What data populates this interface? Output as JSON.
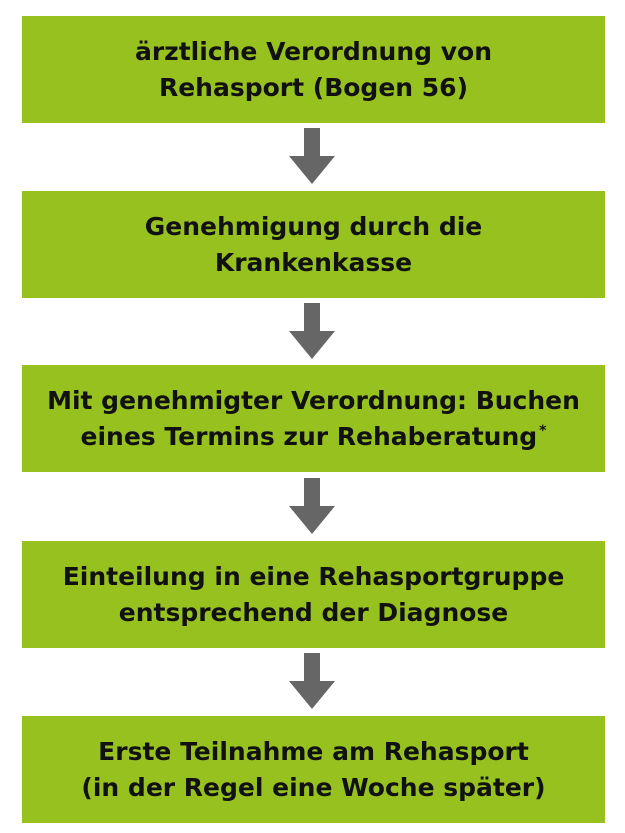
{
  "theme": {
    "box_color": "#97c11f",
    "arrow_color": "#666666",
    "text_color": "#111111"
  },
  "steps": [
    {
      "line1": "ärztliche Verordnung von",
      "line2": "Rehasport (Bogen 56)",
      "footnote": ""
    },
    {
      "line1": "Genehmigung durch die",
      "line2": "Krankenkasse",
      "footnote": ""
    },
    {
      "line1": "Mit genehmigter Verordnung: Buchen",
      "line2": "eines Termins zur Rehaberatung",
      "footnote": "*"
    },
    {
      "line1": "Einteilung in eine Rehasportgruppe",
      "line2": "entsprechend der Diagnose",
      "footnote": ""
    },
    {
      "line1": "Erste Teilnahme am Rehasport",
      "line2": "(in der Regel eine Woche später)",
      "footnote": ""
    }
  ],
  "arrows": [
    {
      "icon": "arrow-down-icon"
    },
    {
      "icon": "arrow-down-icon"
    },
    {
      "icon": "arrow-down-icon"
    },
    {
      "icon": "arrow-down-icon"
    }
  ]
}
